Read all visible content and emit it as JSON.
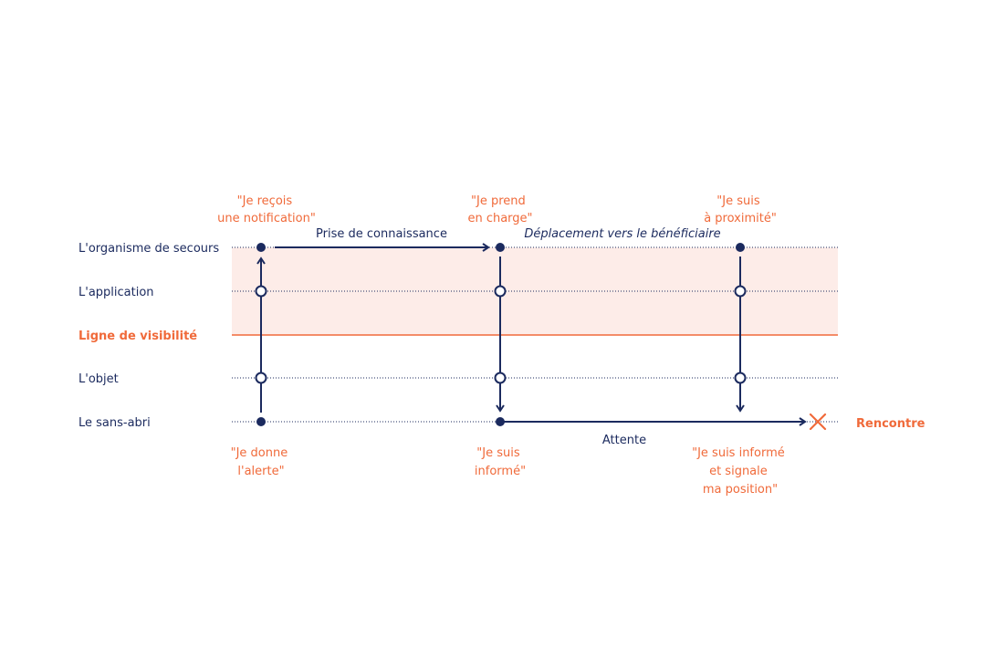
{
  "colors": {
    "navy": "#1b2a5e",
    "accent": "#f06a3a",
    "band": "#fdece8"
  },
  "lanes": [
    {
      "id": "organisme",
      "label": "L'organisme de secours"
    },
    {
      "id": "application",
      "label": "L'application"
    },
    {
      "id": "visibilite",
      "label": "Ligne de visibilité"
    },
    {
      "id": "objet",
      "label": "L'objet"
    },
    {
      "id": "sansabri",
      "label": "Le sans-abri"
    }
  ],
  "quotes_top": [
    {
      "lines": [
        "\"Je reçois",
        "une notification\""
      ]
    },
    {
      "lines": [
        "\"Je prend",
        "en charge\""
      ]
    },
    {
      "lines": [
        "\"Je suis",
        "à proximité\""
      ]
    }
  ],
  "quotes_bottom": [
    {
      "lines": [
        "\"Je donne",
        "l'alerte\""
      ]
    },
    {
      "lines": [
        "\"Je suis",
        "informé\""
      ]
    },
    {
      "lines": [
        "\"Je suis informé",
        "et signale",
        "ma position\""
      ]
    }
  ],
  "flows": {
    "prise": "Prise de connaissance",
    "deplacement": "Déplacement vers le bénéficiaire",
    "attente": "Attente"
  },
  "end": {
    "label": "Rencontre",
    "icon": "cross-icon"
  }
}
